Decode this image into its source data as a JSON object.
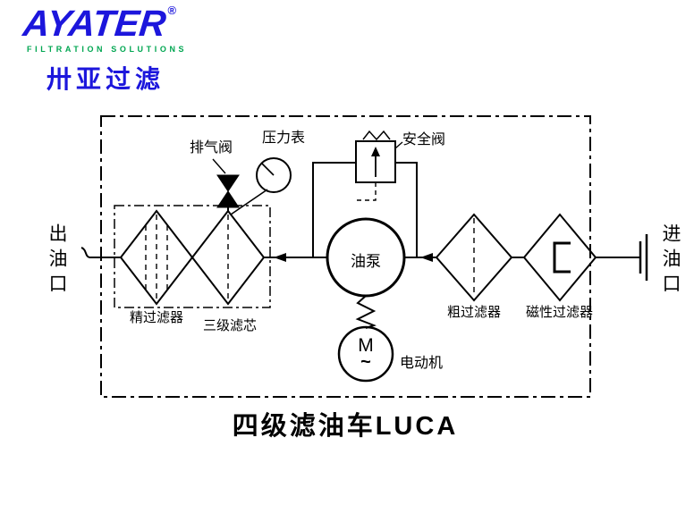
{
  "logo": {
    "brand": "AYATER",
    "registered_mark": "®",
    "tagline": "FILTRATION SOLUTIONS",
    "chinese_name": "卅亚过滤"
  },
  "colors": {
    "brand_blue": "#1c16dc",
    "brand_green": "#00a651",
    "line_black": "#000000"
  },
  "diagram": {
    "title": "四级滤油车LUCA",
    "ports": {
      "outlet": "出油口",
      "inlet": "进油口"
    },
    "components": {
      "exhaust_valve": "排气阀",
      "pressure_gauge": "压力表",
      "safety_valve": "安全阀",
      "fine_filter": "精过滤器",
      "third_stage_element": "三级滤芯",
      "oil_pump": "油泵",
      "motor": "电动机",
      "motor_letter": "M",
      "motor_wave": "~",
      "coarse_filter": "粗过滤器",
      "magnetic_filter": "磁性过滤器"
    }
  }
}
